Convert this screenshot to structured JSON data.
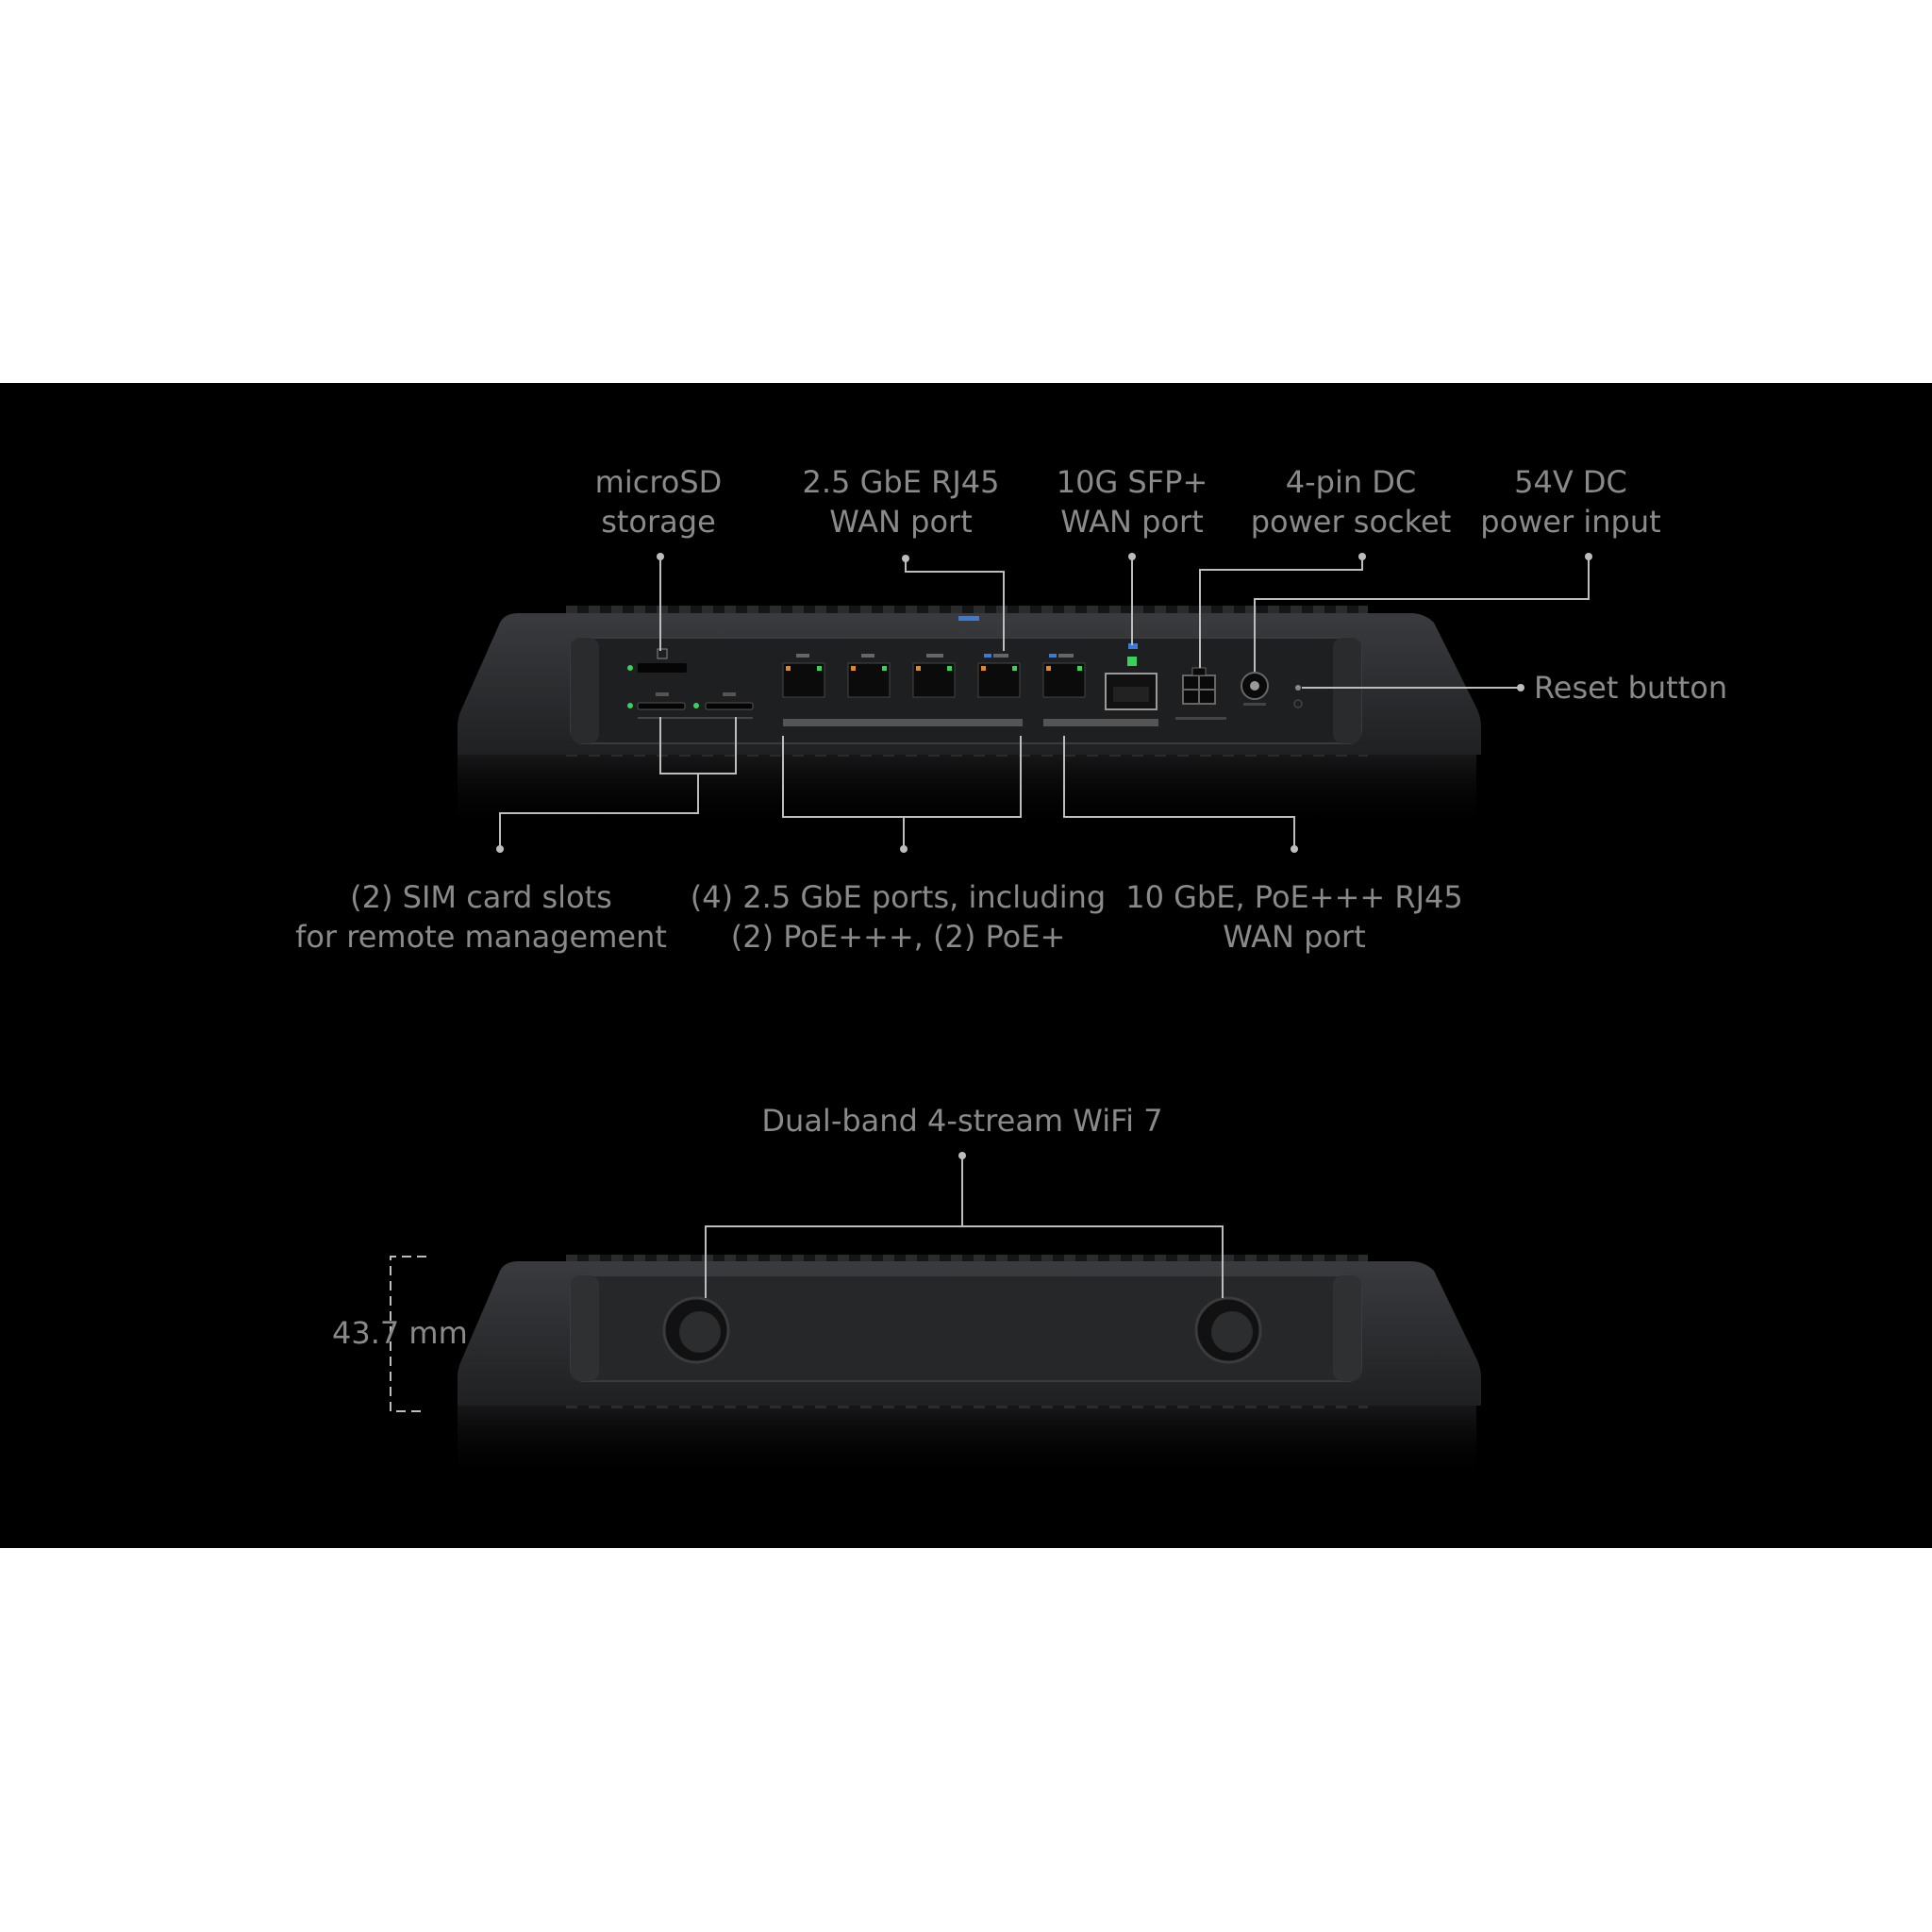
{
  "colors": {
    "background": "#000000",
    "label": "#8a8a8a",
    "device_body": "#2f3032",
    "device_face": "#1e1f21",
    "led_green": "#3ad15a",
    "led_orange": "#d98a2b",
    "accent_blue": "#3b7bd6"
  },
  "labels": {
    "microsd": {
      "line1": "microSD",
      "line2": "storage"
    },
    "wan_rj45_25": {
      "line1": "2.5 GbE RJ45",
      "line2": "WAN port"
    },
    "sfp_10g": {
      "line1": "10G SFP+",
      "line2": "WAN port"
    },
    "dc_4pin": {
      "line1": "4-pin DC",
      "line2": "power socket"
    },
    "dc_54v": {
      "line1": "54V DC",
      "line2": "power input"
    },
    "reset": {
      "line1": "Reset button"
    },
    "sim_slots": {
      "line1": "(2) SIM card slots",
      "line2": "for remote management"
    },
    "lan_ports": {
      "line1": "(4) 2.5 GbE ports, including",
      "line2": "(2) PoE+++, (2) PoE+"
    },
    "wan_10gbe": {
      "line1": "10 GbE, PoE+++ RJ45",
      "line2": "WAN port"
    },
    "wifi": {
      "line1": "Dual-band 4-stream WiFi 7"
    },
    "height": {
      "line1": "43.7 mm"
    }
  },
  "icons": [
    "microsd-slot-icon",
    "sim-slot-icon",
    "rj45-port-icon",
    "sfp-cage-icon",
    "power-socket-icon",
    "dc-jack-icon",
    "reset-pinhole-icon",
    "antenna-connector-icon"
  ]
}
